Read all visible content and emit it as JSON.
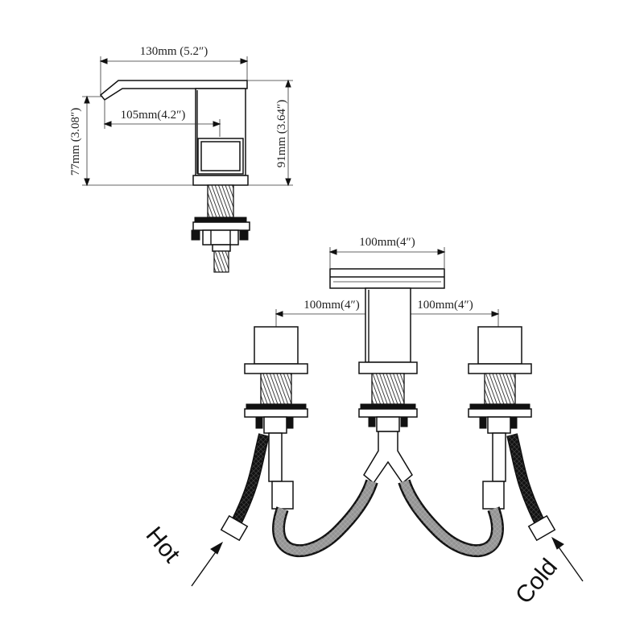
{
  "dimensions": {
    "spout_length": "130mm (5.2″)",
    "reach": "105mm(4.2″)",
    "height_77": "77mm (3.08″)",
    "height_91": "91mm (3.64″)",
    "spout_width": "100mm(4″)",
    "spacing_left": "100mm(4″)",
    "spacing_right": "100mm(4″)"
  },
  "labels": {
    "hot": "Hot",
    "cold": "Cold"
  },
  "icons": {
    "hot_arrow": "arrow-up-right-icon",
    "cold_arrow": "arrow-up-left-icon"
  }
}
